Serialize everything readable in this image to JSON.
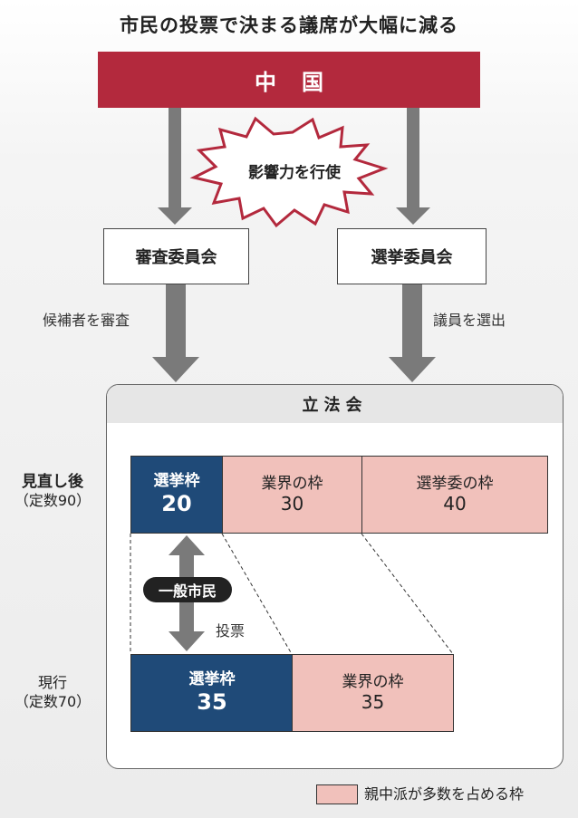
{
  "title": "市民の投票で決まる議席が大幅に減る",
  "china": "中国",
  "influence": "影響力を行使",
  "review_committee": "審査委員会",
  "election_committee": "選挙委員会",
  "review_action": "候補者を審査",
  "elect_action": "議員を選出",
  "legco": "立法会",
  "after": {
    "label": "見直し後",
    "seats_note": "（定数90）",
    "segments": [
      {
        "label": "選挙枠",
        "value": "20"
      },
      {
        "label": "業界の枠",
        "value": "30"
      },
      {
        "label": "選挙委の枠",
        "value": "40"
      }
    ]
  },
  "current": {
    "label": "現行",
    "seats_note": "（定数70）",
    "segments": [
      {
        "label": "選挙枠",
        "value": "35"
      },
      {
        "label": "業界の枠",
        "value": "35"
      }
    ]
  },
  "citizens": "一般市民",
  "vote": "投票",
  "legend": "親中派が多数を占める枠",
  "colors": {
    "china": "#b3293d",
    "elected": "#1f4a78",
    "pro_beijing": "#f1c1bb",
    "arrow": "#7a7a7a"
  }
}
